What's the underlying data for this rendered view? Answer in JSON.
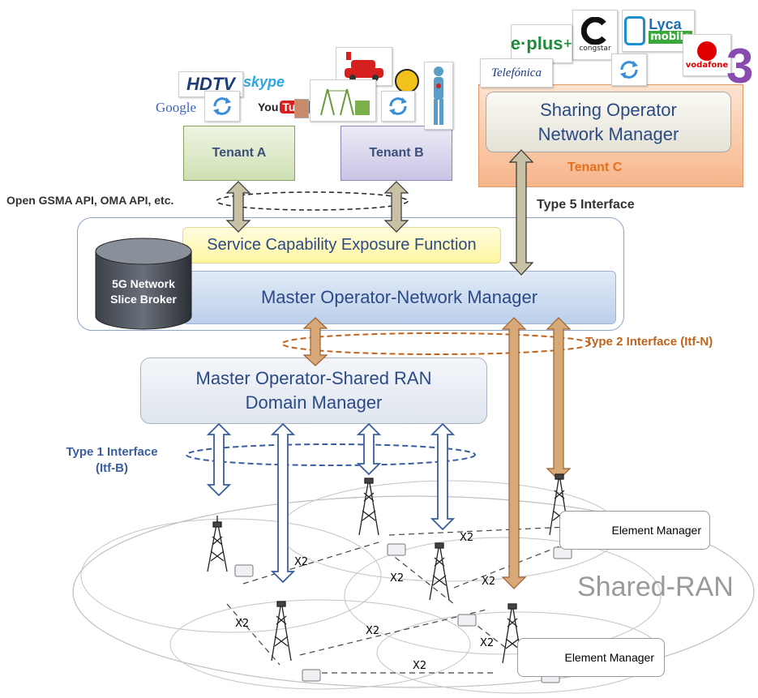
{
  "tenants": {
    "a": {
      "label": "Tenant A",
      "logos": [
        "HDTV",
        "skype",
        "Google",
        "You",
        "Tube"
      ]
    },
    "b": {
      "label": "Tenant B"
    },
    "c": {
      "label": "Tenant C",
      "manager_line1": "Sharing Operator",
      "manager_line2": "Network Manager",
      "logos": [
        "e·plus",
        "+",
        "congstar",
        "Lyca",
        "mobile",
        "vodafone",
        "Telefónica",
        "3"
      ]
    }
  },
  "interfaces": {
    "open_api": "Open GSMA API, OMA API, etc.",
    "type5": "Type 5 Interface",
    "type2": "Type 2 Interface (Itf-N)",
    "type1_line1": "Type 1 Interface",
    "type1_line2": "(Itf-B)"
  },
  "master": {
    "scef": "Service Capability Exposure Function",
    "nm": "Master Operator-Network Manager",
    "broker_line1": "5G Network",
    "broker_line2": "Slice Broker"
  },
  "ran_dm": {
    "line1": "Master Operator-Shared RAN",
    "line2": "Domain Manager"
  },
  "shared_ran": {
    "label": "Shared-RAN",
    "element_manager": "Element Manager",
    "x2": "X2"
  },
  "colors": {
    "tenant_a": "#dde9c9",
    "tenant_b": "#d6d2ea",
    "tenant_c": "#f7b990",
    "scef": "#fffbb0",
    "nm": "#c7d8ef",
    "blue_text": "#2b4a86",
    "orange_text": "#c0641c",
    "arrow_grey": "#c9c1a6",
    "arrow_orange": "#d7a878",
    "arrow_blue": "#3a5da0"
  }
}
